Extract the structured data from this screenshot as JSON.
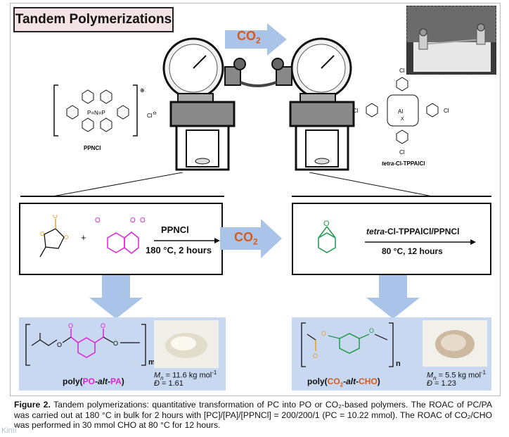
{
  "title": "Tandem Polymerizations",
  "co2_label": "CO",
  "co2_sub": "2",
  "left_catalyst": {
    "name": "PPNCl",
    "counter_ion": "Cl",
    "charge": "⊕",
    "counter_charge": "⊖"
  },
  "right_catalyst": {
    "name_prefix": "tetra",
    "name_suffix": "-Cl-TPPAlCl",
    "substituent": "Cl",
    "metal": "Al",
    "atom_x": "X"
  },
  "left_reaction": {
    "reagent": "PPNCl",
    "conditions": "180 °C, 2 hours",
    "plus": "+",
    "atom_o": "O"
  },
  "right_reaction": {
    "reagent": "tetra-Cl-TPPAlCl/PPNCl",
    "reagent_prefix": "tetra",
    "reagent_suffix": "-Cl-TPPAlCl/PPNCl",
    "conditions": "80 °C, 12 hours",
    "atom_o": "O"
  },
  "left_product": {
    "name_pre": "poly(",
    "name_m1": "PO",
    "name_mid": "-alt-",
    "name_m2": "PA",
    "name_post": ")",
    "subscript": "m",
    "mn_label": "M",
    "mn_sub": "n",
    "mn_value": " = 11.6 kg mol",
    "mn_exp": "-1",
    "d_label": "Đ",
    "d_value": " = 1.61"
  },
  "right_product": {
    "name_pre": "poly(",
    "name_m1": "CO",
    "name_m1_sub": "2",
    "name_mid": "-alt-",
    "name_m2": "CHO",
    "name_post": ")",
    "subscript": "n",
    "mn_label": "M",
    "mn_sub": "n",
    "mn_value": " = 5.5 kg mol",
    "mn_exp": "-1",
    "d_label": "Đ",
    "d_value": " =  1.23"
  },
  "caption": {
    "label": "Figure 2.",
    "text": " Tandem polymerizations: quantitative transformation of PC into PO or CO₂-based polymers. The ROAC of PC/PA was carried out at 180 °C in bulk for 2 hours with [PC]/[PA]/[PPNCl] = 200/200/1 (PC = 10.22 mmol). The ROAC of CO₂/CHO was performed in 30 mmol CHO at 80 °C for 12 hours."
  },
  "watermark": "Kimi",
  "colors": {
    "co2_orange": "#d65a1e",
    "magenta": "#e020d8",
    "green": "#1e9a4a",
    "orange_struct": "#e8a020",
    "arrow_blue": "#a9c4e8",
    "product_bg": "#c8d8f0",
    "title_bg": "#f3e3e5"
  }
}
